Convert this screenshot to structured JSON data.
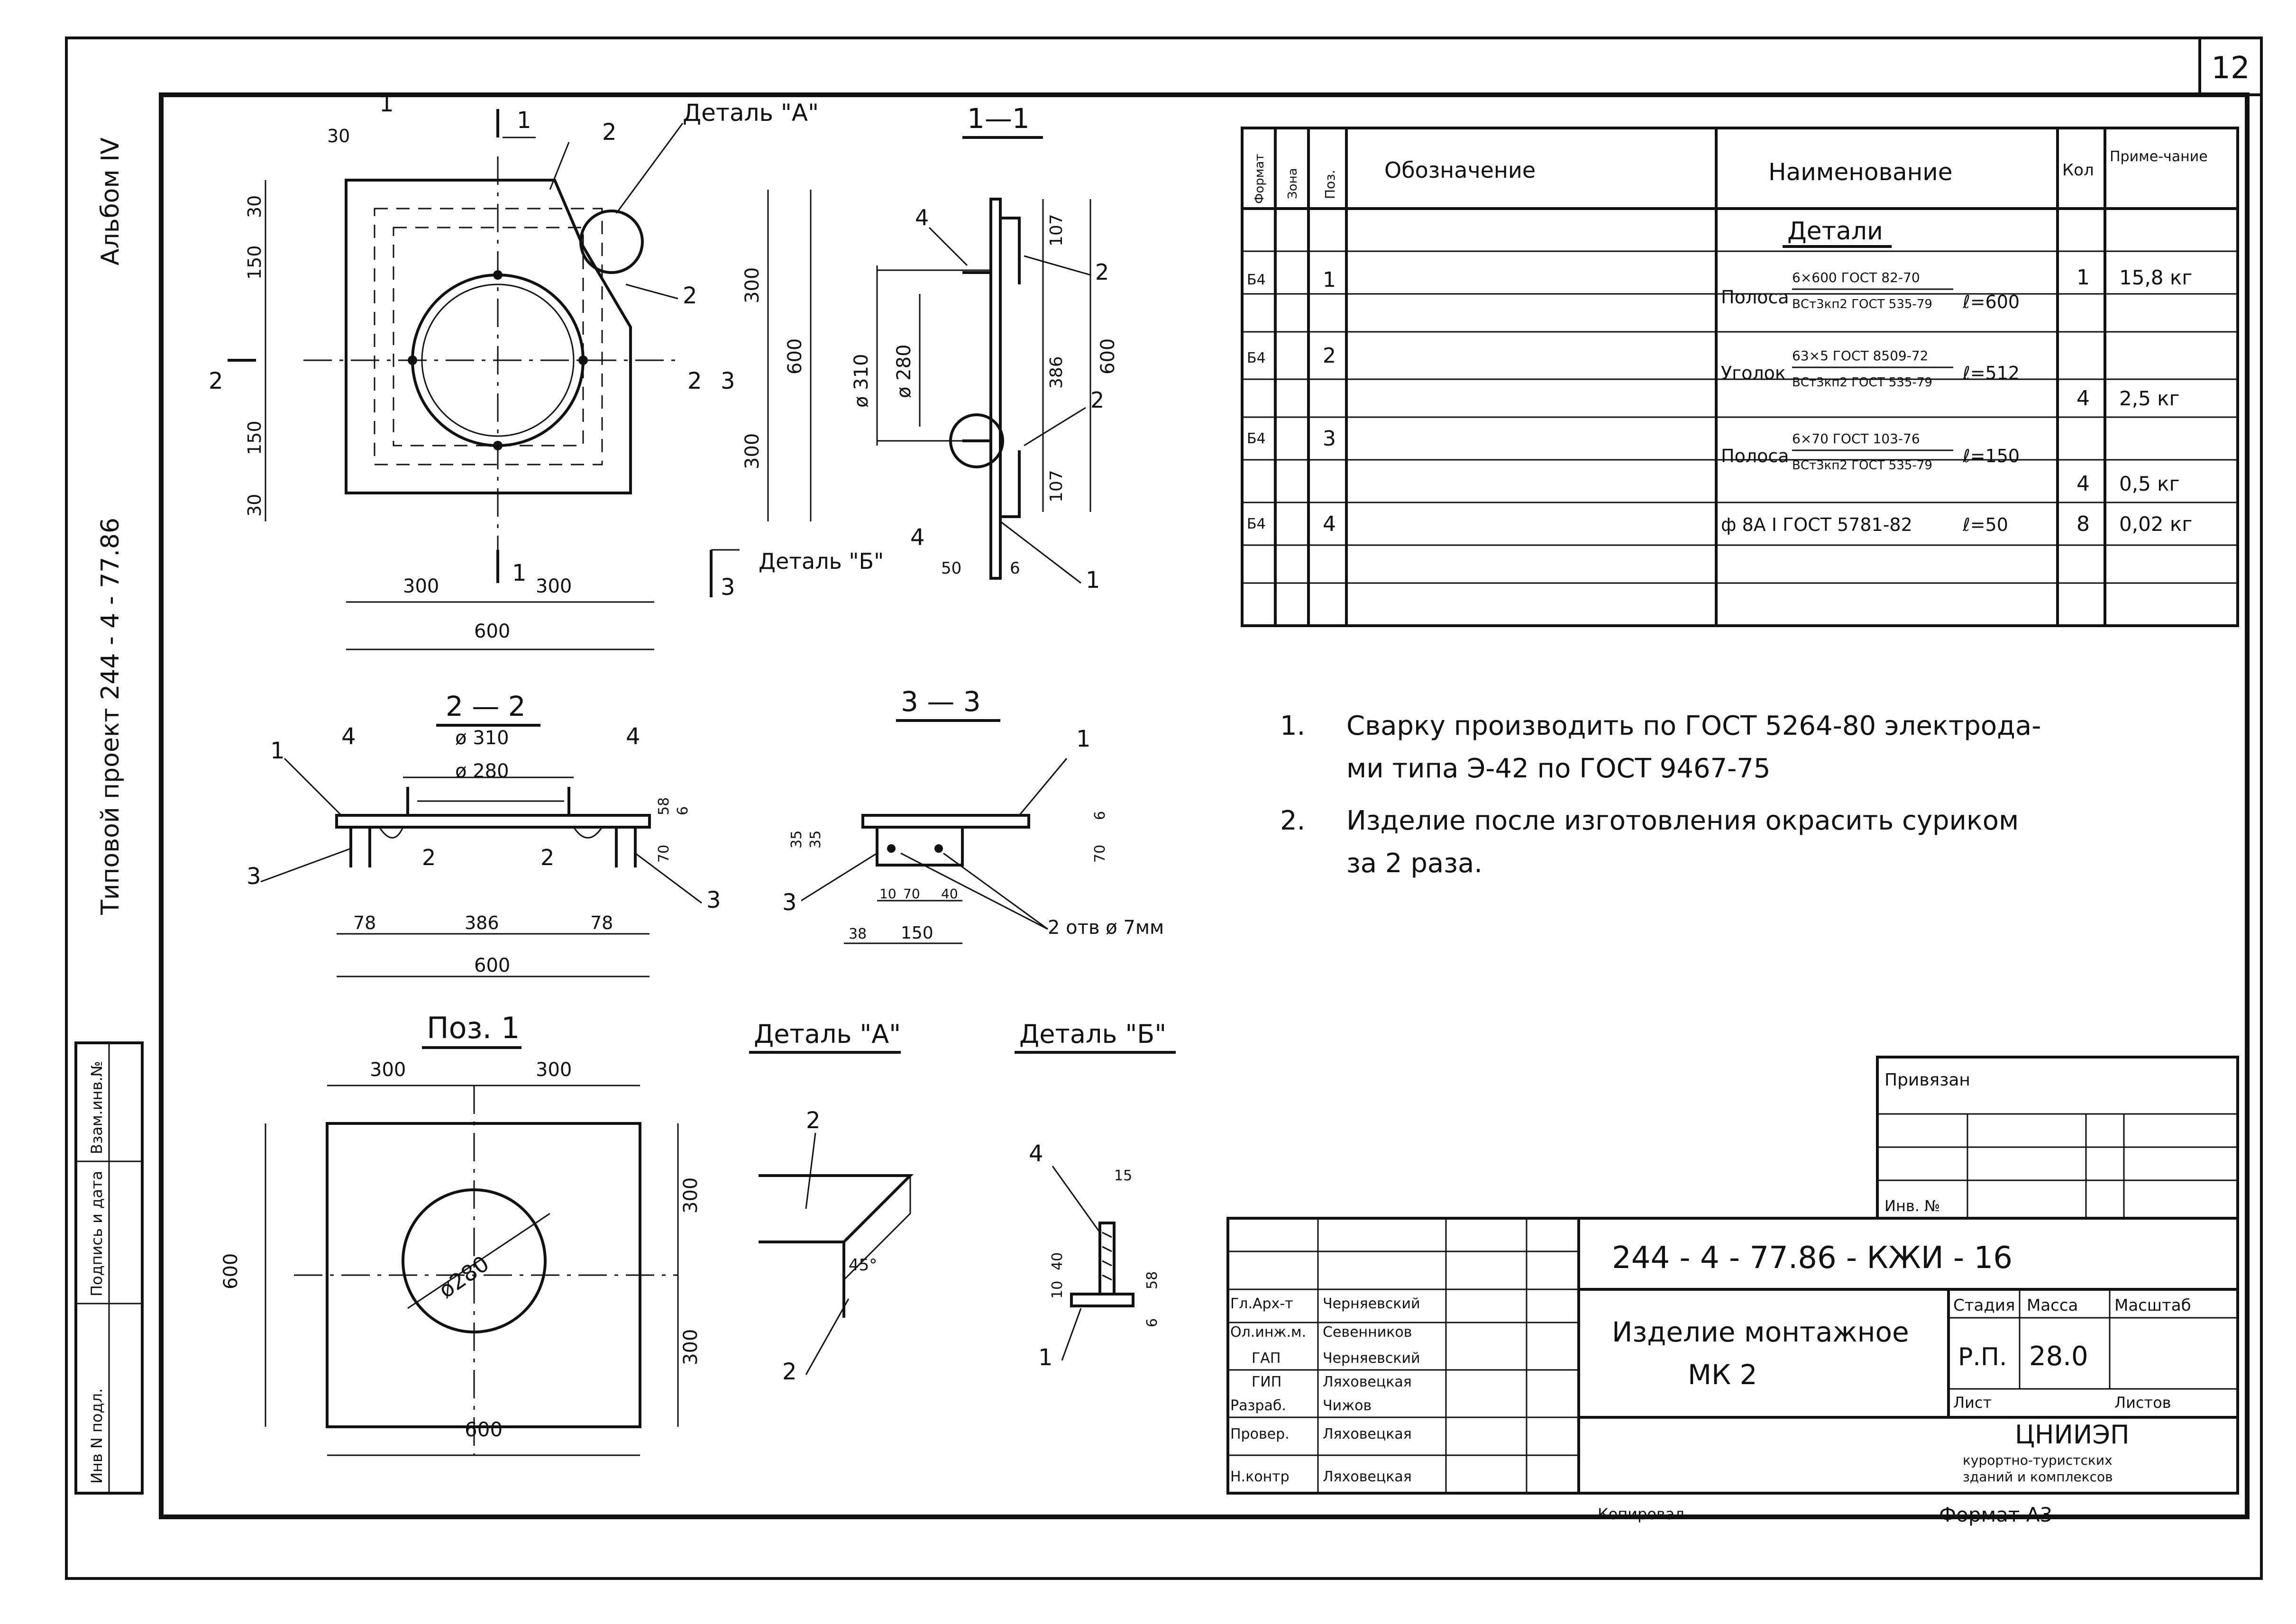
{
  "sheet_number": "12",
  "side_labels": {
    "album": "Альбом IV",
    "project": "Типовой проект 244 - 4 - 77.86",
    "stamp_cells": [
      "Инв N подл.",
      "Подпись и дата",
      "Взам.инв.№"
    ]
  },
  "plan_view": {
    "detail_a_label": "Деталь \"А\"",
    "section_marks": [
      "1",
      "1",
      "2",
      "2",
      "3",
      "3"
    ],
    "callouts": [
      "1",
      "2",
      "2"
    ],
    "dims": {
      "left_top": "30",
      "top_small": "30",
      "left_150_top": "150",
      "left_150_bottom": "150",
      "bottom_small": "30",
      "right_300_top": "300",
      "right_300_bottom": "300",
      "right_600": "600",
      "bottom_300_left": "300",
      "bottom_300_right": "300",
      "bottom_600": "600"
    },
    "detail_b_label": "Деталь \"Б\""
  },
  "section_1_1": {
    "title": "1—1",
    "callouts": [
      "4",
      "2",
      "2",
      "4",
      "1"
    ],
    "dims": {
      "d310": "ø 310",
      "d280": "ø 280",
      "top_107": "107",
      "bottom_107": "107",
      "mid_386": "386",
      "total_600": "600",
      "bottom_50": "50",
      "bottom_6": "6"
    }
  },
  "section_2_2": {
    "title": "2 — 2",
    "callouts": [
      "1",
      "4",
      "4",
      "3",
      "2",
      "2",
      "3"
    ],
    "dims": {
      "d310": "ø 310",
      "d280": "ø 280",
      "right_58": "58",
      "right_6": "6",
      "right_70": "70",
      "left_78": "78",
      "mid_386": "386",
      "right_78": "78",
      "total_600": "600"
    }
  },
  "section_3_3": {
    "title": "3 — 3",
    "callouts": [
      "1",
      "3"
    ],
    "dims": {
      "right_6": "6",
      "right_70": "70",
      "left_35": "35",
      "left_35b": "35",
      "b_10": "10",
      "b_70": "70",
      "b_40": "40",
      "b_38": "38",
      "b_150": "150"
    },
    "holes_note": "2 отв ø 7мм"
  },
  "pos1": {
    "title": "Поз. 1",
    "dims": {
      "top_left": "300",
      "top_right": "300",
      "left_600": "600",
      "right_300_top": "300",
      "right_300_bottom": "300",
      "bottom_600": "600"
    },
    "hole_label": "ø280"
  },
  "detail_a": {
    "title": "Деталь \"А\"",
    "callouts": [
      "2",
      "2"
    ],
    "angle": "45°"
  },
  "detail_b": {
    "title": "Деталь \"Б\"",
    "callouts": [
      "4",
      "1"
    ],
    "dims": [
      "15",
      "40",
      "10",
      "58",
      "6"
    ]
  },
  "spec_table": {
    "headers": {
      "format": "Формат",
      "zone": "Зона",
      "pos": "Поз.",
      "designation": "Обозначение",
      "name": "Наименование",
      "qty": "Кол",
      "note": "Приме-чание"
    },
    "section_title": "Детали",
    "rows": [
      {
        "format": "Б4",
        "pos": "1",
        "name_main": "Полоса",
        "name_top": "6×600 ГОСТ 82-70",
        "name_bottom": "ВСт3кп2 ГОСТ 535-79",
        "length": "ℓ=600",
        "qty": "1",
        "note": "15,8 кг"
      },
      {
        "format": "Б4",
        "pos": "2",
        "name_main": "Уголок",
        "name_top": "63×5 ГОСТ 8509-72",
        "name_bottom": "ВСт3кп2 ГОСТ 535-79",
        "length": "ℓ=512",
        "qty": "4",
        "note": "2,5 кг"
      },
      {
        "format": "Б4",
        "pos": "3",
        "name_main": "Полоса",
        "name_top": "6×70 ГОСТ 103-76",
        "name_bottom": "ВСт3кп2 ГОСТ 535-79",
        "length": "ℓ=150",
        "qty": "4",
        "note": "0,5 кг"
      },
      {
        "format": "Б4",
        "pos": "4",
        "name_main": "ф 8А I ГОСТ 5781-82",
        "name_top": "",
        "name_bottom": "",
        "length": "ℓ=50",
        "qty": "8",
        "note": "0,02 кг"
      }
    ]
  },
  "notes": [
    {
      "num": "1.",
      "line1": "Сварку производить по ГОСТ 5264-80 электрода-",
      "line2": "ми типа Э-42 по ГОСТ 9467-75"
    },
    {
      "num": "2.",
      "line1": "Изделие после изготовления окрасить суриком",
      "line2": "за 2 раза."
    }
  ],
  "title_block": {
    "privyazan": "Привязан",
    "inv_no": "Инв. №",
    "doc_code": "244 - 4 - 77.86 - КЖИ - 16",
    "item_name_line1": "Изделие монтажное",
    "item_name_line2": "МК 2",
    "stage_header": "Стадия",
    "mass_header": "Масса",
    "scale_header": "Масштаб",
    "stage": "Р.П.",
    "mass": "28.0",
    "sheet_label": "Лист",
    "sheets_label": "Листов",
    "org_line1": "ЦНИИЭП",
    "org_line2": "курортно-туристских",
    "org_line3": "зданий и комплексов",
    "staff": [
      {
        "role": "Гл.Арх-т",
        "name": "Черняевский"
      },
      {
        "role": "Ол.инж.м.",
        "name": "Севенников"
      },
      {
        "role": "ГАП",
        "name": "Черняевский"
      },
      {
        "role": "ГИП",
        "name": "Ляховецкая"
      },
      {
        "role": "Разраб.",
        "name": "Чижов"
      },
      {
        "role": "Провер.",
        "name": "Ляховецкая"
      },
      {
        "role": "Н.контр",
        "name": "Ляховецкая"
      }
    ],
    "copied_label": "Копировал",
    "format_label": "Формат А3"
  }
}
